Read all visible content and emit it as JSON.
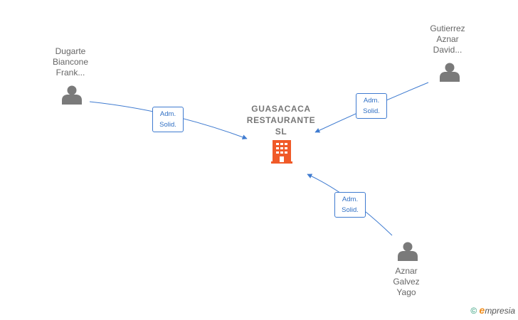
{
  "company": {
    "name_lines": [
      "GUASACACA",
      "RESTAURANTE",
      "SL"
    ],
    "color": "#f05a28"
  },
  "persons": [
    {
      "id": "dugarte",
      "name_lines": [
        "Dugarte",
        "Biancone",
        "Frank..."
      ]
    },
    {
      "id": "gutierrez",
      "name_lines": [
        "Gutierrez",
        "Aznar",
        "David..."
      ]
    },
    {
      "id": "aznar",
      "name_lines": [
        "Aznar",
        "Galvez",
        "Yago"
      ]
    }
  ],
  "edges": [
    {
      "from": "dugarte",
      "label_lines": [
        "Adm.",
        "Solid."
      ]
    },
    {
      "from": "gutierrez",
      "label_lines": [
        "Adm.",
        "Solid."
      ]
    },
    {
      "from": "aznar",
      "label_lines": [
        "Adm.",
        "Solid."
      ]
    }
  ],
  "colors": {
    "edge": "#3f7bd0",
    "person_icon": "#7a7a7a"
  },
  "footer": {
    "copyright": "©",
    "brand_initial": "e",
    "brand_rest": "mpresia"
  }
}
